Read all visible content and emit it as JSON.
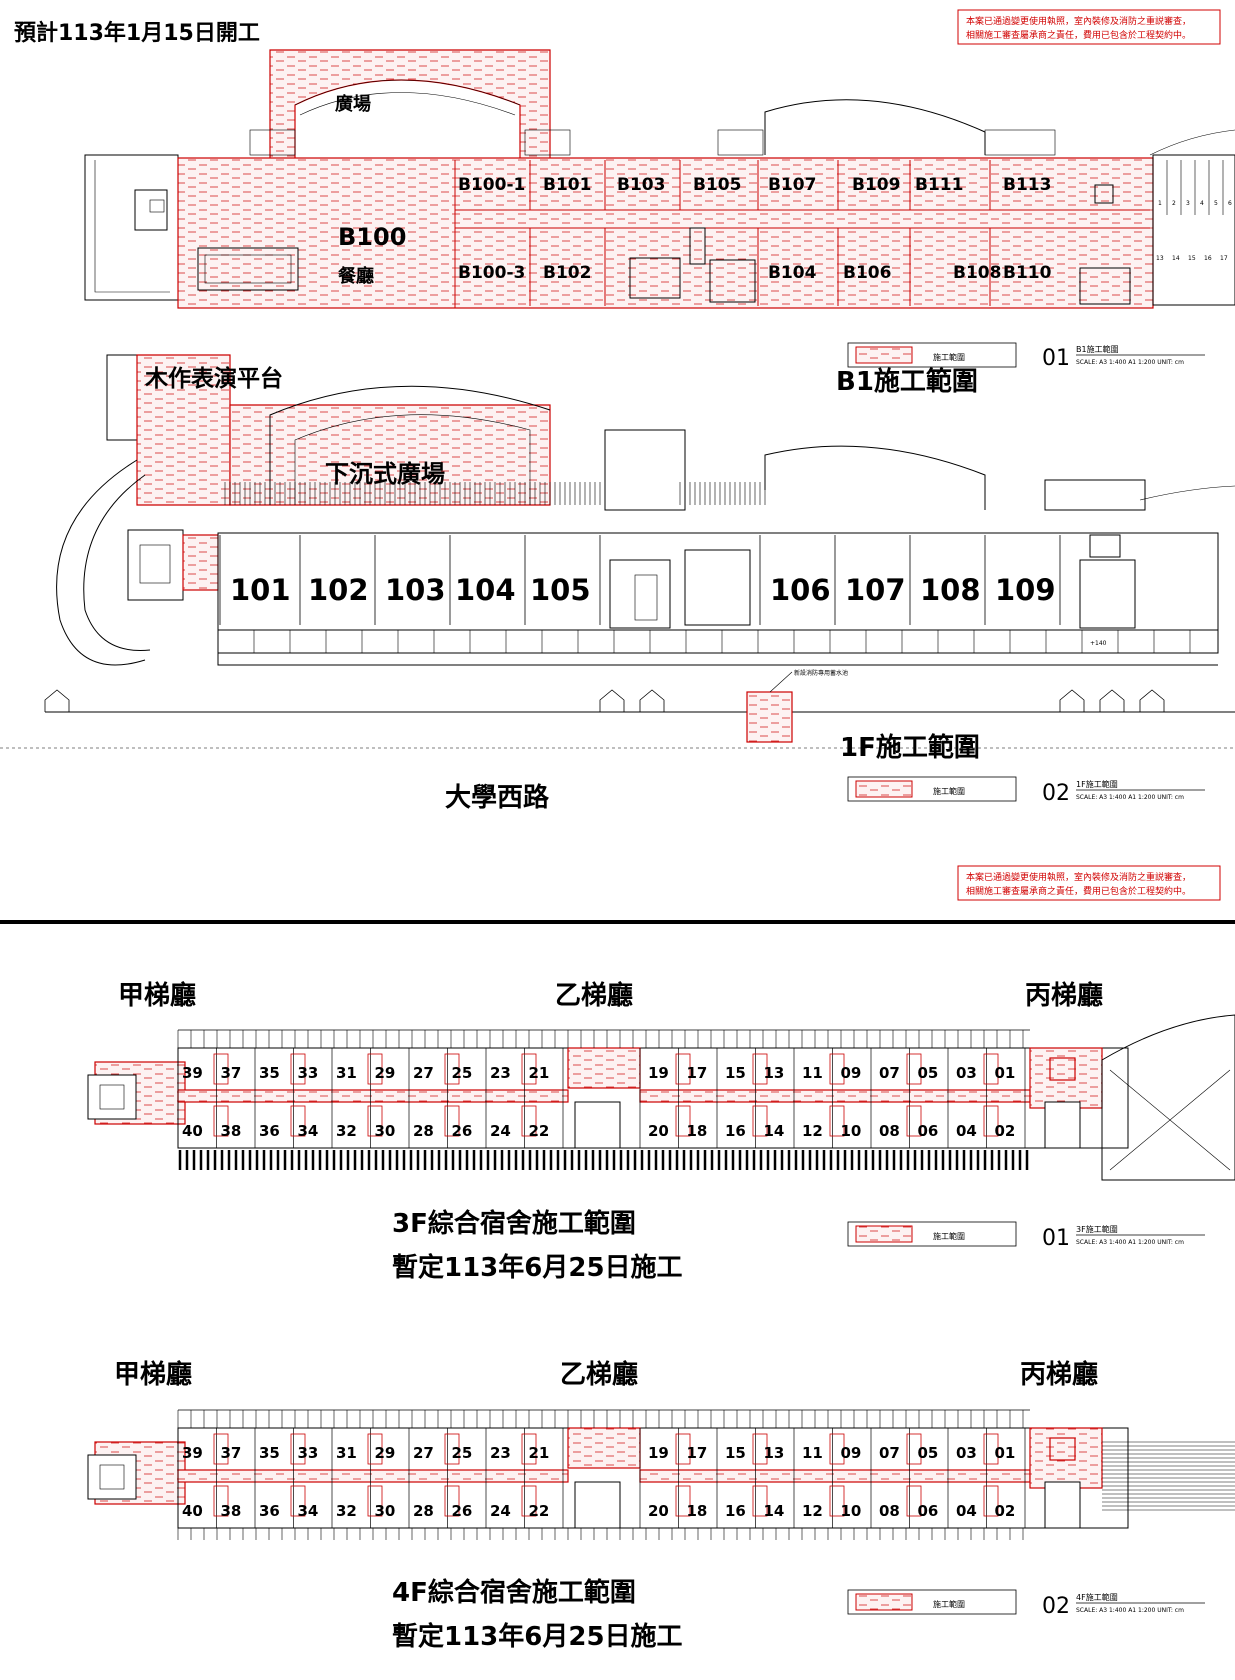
{
  "header": {
    "start_date": "預計113年1月15日開工"
  },
  "notice": {
    "line1": "本案已通過變更使用執照，室內裝修及消防之重説審查，",
    "line2": "相關施工審查屬承商之責任，費用已包含於工程契約中。"
  },
  "b1": {
    "plaza": "廣場",
    "rooms_top": [
      "B100-1",
      "B101",
      "B103",
      "B105",
      "B107",
      "B109",
      "B111",
      "B113"
    ],
    "rooms_bottom": [
      "B100-3",
      "B102",
      "B104",
      "B106",
      "B108",
      "B110"
    ],
    "main_room": "B100",
    "main_room_sub": "餐廳",
    "parking_top": [
      "1",
      "2",
      "3",
      "4",
      "5",
      "6"
    ],
    "parking_bottom": [
      "13",
      "14",
      "15",
      "16",
      "17"
    ],
    "title": "B1施工範圍",
    "legend_label": "施工範圍",
    "scale_num": "01",
    "scale_name": "B1施工範圍",
    "scale_text": "SCALE: A3 1:400  A1 1:200    UNIT: cm"
  },
  "f1": {
    "stage": "木作表演平台",
    "sunken_plaza": "下沉式廣場",
    "rooms": [
      "101",
      "102",
      "103",
      "104",
      "105",
      "106",
      "107",
      "108",
      "109"
    ],
    "title": "1F施工範圍",
    "road": "大學西路",
    "level_mark": "+140",
    "hydrant_note": "新設消防專用蓄水池",
    "legend_label": "施工範圍",
    "scale_num": "02",
    "scale_name": "1F施工範圍",
    "scale_text": "SCALE: A3 1:400  A1 1:200    UNIT: cm"
  },
  "f3": {
    "hall_a": "甲梯廳",
    "hall_b": "乙梯廳",
    "hall_c": "丙梯廳",
    "rooms_top_left": [
      "39",
      "37",
      "35",
      "33",
      "31",
      "29",
      "27",
      "25",
      "23",
      "21"
    ],
    "rooms_bottom_left": [
      "40",
      "38",
      "36",
      "34",
      "32",
      "30",
      "28",
      "26",
      "24",
      "22"
    ],
    "rooms_top_right": [
      "19",
      "17",
      "15",
      "13",
      "11",
      "09",
      "07",
      "05",
      "03",
      "01"
    ],
    "rooms_bottom_right": [
      "20",
      "18",
      "16",
      "14",
      "12",
      "10",
      "08",
      "06",
      "04",
      "02"
    ],
    "title": "3F綜合宿舍施工範圍",
    "subtitle": "暫定113年6月25日施工",
    "legend_label": "施工範圍",
    "scale_num": "01",
    "scale_name": "3F施工範圍",
    "scale_text": "SCALE: A3 1:400  A1 1:200    UNIT: cm"
  },
  "f4": {
    "hall_a": "甲梯廳",
    "hall_b": "乙梯廳",
    "hall_c": "丙梯廳",
    "rooms_top_left": [
      "39",
      "37",
      "35",
      "33",
      "31",
      "29",
      "27",
      "25",
      "23",
      "21"
    ],
    "rooms_bottom_left": [
      "40",
      "38",
      "36",
      "34",
      "32",
      "30",
      "28",
      "26",
      "24",
      "22"
    ],
    "rooms_top_right": [
      "19",
      "17",
      "15",
      "13",
      "11",
      "09",
      "07",
      "05",
      "03",
      "01"
    ],
    "rooms_bottom_right": [
      "20",
      "18",
      "16",
      "14",
      "12",
      "10",
      "08",
      "06",
      "04",
      "02"
    ],
    "title": "4F綜合宿舍施工範圍",
    "subtitle": "暫定113年6月25日施工",
    "legend_label": "施工範圍",
    "scale_num": "02",
    "scale_name": "4F施工範圍",
    "scale_text": "SCALE: A3 1:400  A1 1:200    UNIT: cm"
  },
  "colors": {
    "scope_red": "#cc0000",
    "notice_red": "#d10000",
    "line": "#000000"
  }
}
